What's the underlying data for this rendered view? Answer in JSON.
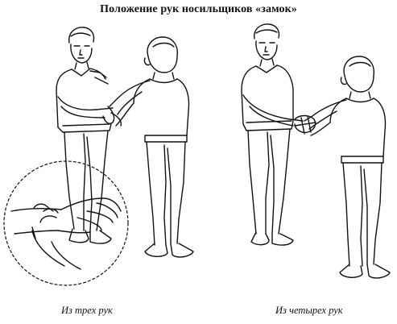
{
  "title": "Положение рук носильщиков «замок»",
  "panels": [
    {
      "caption": "Из трех рук"
    },
    {
      "caption": "Из четырех рук"
    }
  ]
}
